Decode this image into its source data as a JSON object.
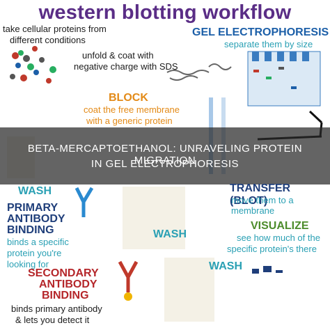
{
  "title": "western blotting workflow",
  "steps": {
    "start": {
      "text1": "take cellular proteins from",
      "text2": "different conditions"
    },
    "denature": {
      "text1": "unfold & coat with",
      "text2": "negative charge with SDS"
    },
    "gel": {
      "heading": "GEL ELECTROPHORESIS",
      "sub": "separate them by size"
    },
    "block": {
      "heading": "BLOCK",
      "sub1": "coat the free membrane",
      "sub2": "with a generic protein"
    },
    "transfer": {
      "heading": "TRANSFER (BLOT)",
      "sub": "move them to a membrane"
    },
    "wash1": "WASH",
    "primary": {
      "h1": "PRIMARY",
      "h2": "ANTIBODY",
      "h3": "BINDING",
      "s1": "binds a specific",
      "s2": "protein you're",
      "s3": "looking for"
    },
    "wash2": "WASH",
    "visualize": {
      "heading": "VISUALIZE",
      "s1": "see how much of the",
      "s2": "specific protein's there"
    },
    "wash3": "WASH",
    "secondary": {
      "h1": "SECONDARY",
      "h2": "ANTIBODY",
      "h3": "BINDING",
      "s1": "binds primary antibody",
      "s2": "& lets you detect it"
    }
  },
  "overlay": {
    "line1": "BETA-MERCAPTOETHANOL: UNRAVELING PROTEIN MIGRATION",
    "line2": "IN GEL ELECTROPHORESIS"
  },
  "colors": {
    "title": "#5a2d86",
    "blue": "#1c5fa8",
    "orange": "#e38a17",
    "green": "#4d8c2c",
    "red": "#b5262a",
    "teal": "#2aa0b4"
  }
}
